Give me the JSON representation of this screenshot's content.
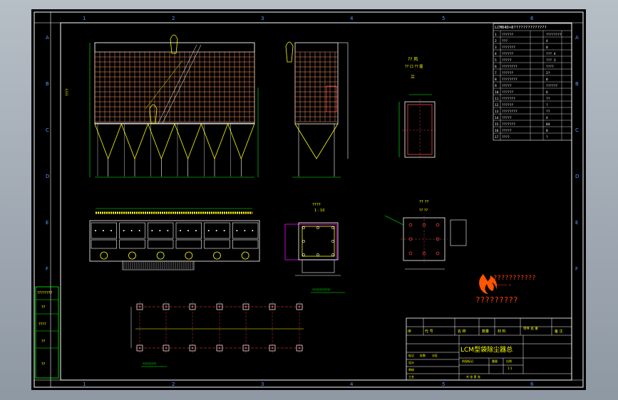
{
  "colors": {
    "background": "#000000",
    "frame": "#ffffff",
    "grid": "#ff9966",
    "hopper": "#ffff00",
    "dimension": "#00ff00",
    "detail": "#ff00ff",
    "logo": "#ff4400",
    "column_marker": "#5599ff",
    "text": "#ffffff"
  },
  "border": {
    "col_labels": [
      "1",
      "2",
      "3",
      "4",
      "5",
      "6"
    ],
    "row_labels": [
      "A",
      "B",
      "C",
      "D",
      "E",
      "F"
    ]
  },
  "parts_list": {
    "header": "LCM84D×8??????????????",
    "rows": [
      {
        "no": "1",
        "name": "??????",
        "code": "????????"
      },
      {
        "no": "2",
        "name": "???",
        "code": "4"
      },
      {
        "no": "3",
        "name": "???????",
        "code": "8"
      },
      {
        "no": "4",
        "name": "??????",
        "code": "??? 4"
      },
      {
        "no": "5",
        "name": "?????",
        "code": "??? 3"
      },
      {
        "no": "6",
        "name": "????????",
        "code": "????"
      },
      {
        "no": "7",
        "name": "??????",
        "code": "2?"
      },
      {
        "no": "8",
        "name": "????????",
        "code": "8"
      },
      {
        "no": "9",
        "name": "?????",
        "code": "??????"
      },
      {
        "no": "10",
        "name": "??????",
        "code": "6"
      },
      {
        "no": "11",
        "name": "???????",
        "code": "??"
      },
      {
        "no": "12",
        "name": "??????",
        "code": "?"
      },
      {
        "no": "13",
        "name": "????????",
        "code": "??"
      },
      {
        "no": "14",
        "name": "?????",
        "code": "4"
      },
      {
        "no": "15",
        "name": "???????",
        "code": "84"
      },
      {
        "no": "16",
        "name": "?????",
        "code": "0"
      },
      {
        "no": "17",
        "name": "????",
        "code": "?"
      }
    ]
  },
  "labels": {
    "inlet_view_title": "?? 风",
    "inlet_view_sub": "?? 口 ?? 图",
    "inlet_view_mark": "兰",
    "flange_title": "????",
    "flange_scale": "1 : 10",
    "port_title": "?? ??",
    "port_scale": "?? ??",
    "note_label": "?????????",
    "column_callout": "????????????"
  },
  "logo": {
    "name_line": "???????????",
    "sub_line": "????????? ??",
    "brand": "?????????"
  },
  "title_block": {
    "drawing_title": "LCM型袋除尘器总",
    "header_cells": [
      "序",
      "代 号",
      "名 称",
      "数量",
      "材 料",
      "单件 总 重",
      "备 注"
    ],
    "sub_labels": [
      "标记",
      "处数",
      "分区"
    ],
    "bottom_labels": [
      "设计",
      "审核",
      "工艺"
    ],
    "scale_labels": [
      "阶段标记",
      "重量",
      "比例"
    ],
    "scale_value": "1:1",
    "sheet_text": "共 张 第 张"
  },
  "side_stamps": [
    "????????",
    "??",
    "????",
    "??",
    "??"
  ]
}
